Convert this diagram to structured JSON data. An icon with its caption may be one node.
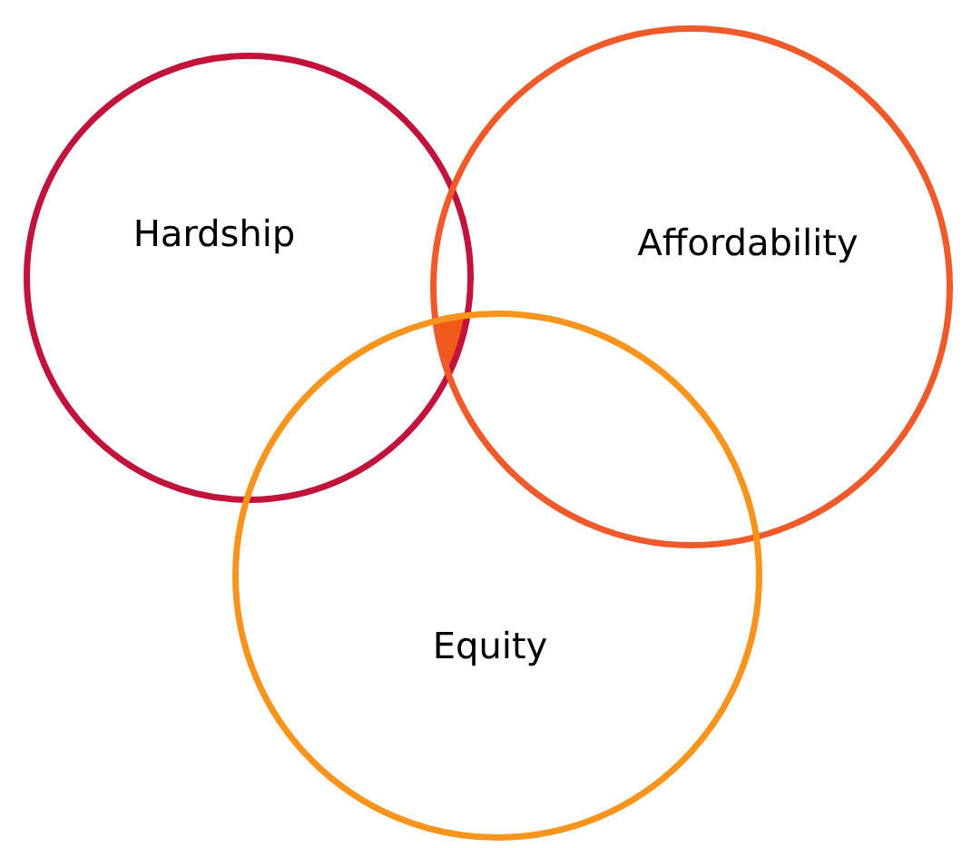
{
  "diagram": {
    "nodes": [
      {
        "text": [
          "Hardship"
        ]
      },
      {
        "text": [
          "Affordability"
        ]
      },
      {
        "text": [
          "Equity"
        ]
      }
    ]
  }
}
